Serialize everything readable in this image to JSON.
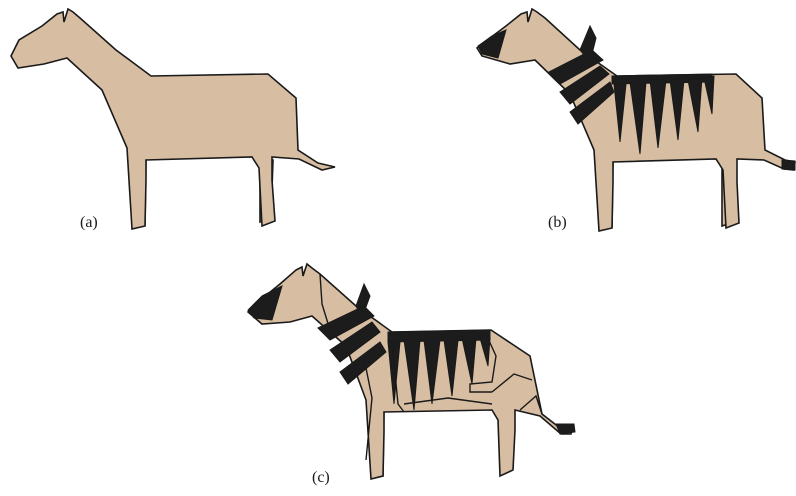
{
  "figure": {
    "panels": [
      {
        "id": "a",
        "label": "(a)",
        "variant": "plain-horse"
      },
      {
        "id": "b",
        "label": "(b)",
        "variant": "striped-zebra"
      },
      {
        "id": "c",
        "label": "(c)",
        "variant": "striped-zebra-with-flaps"
      }
    ]
  },
  "colors": {
    "body_fill": "#d7bea2",
    "stripe_fill": "#1c1c1c",
    "outline": "#1a1a1a",
    "background": "#ffffff"
  }
}
